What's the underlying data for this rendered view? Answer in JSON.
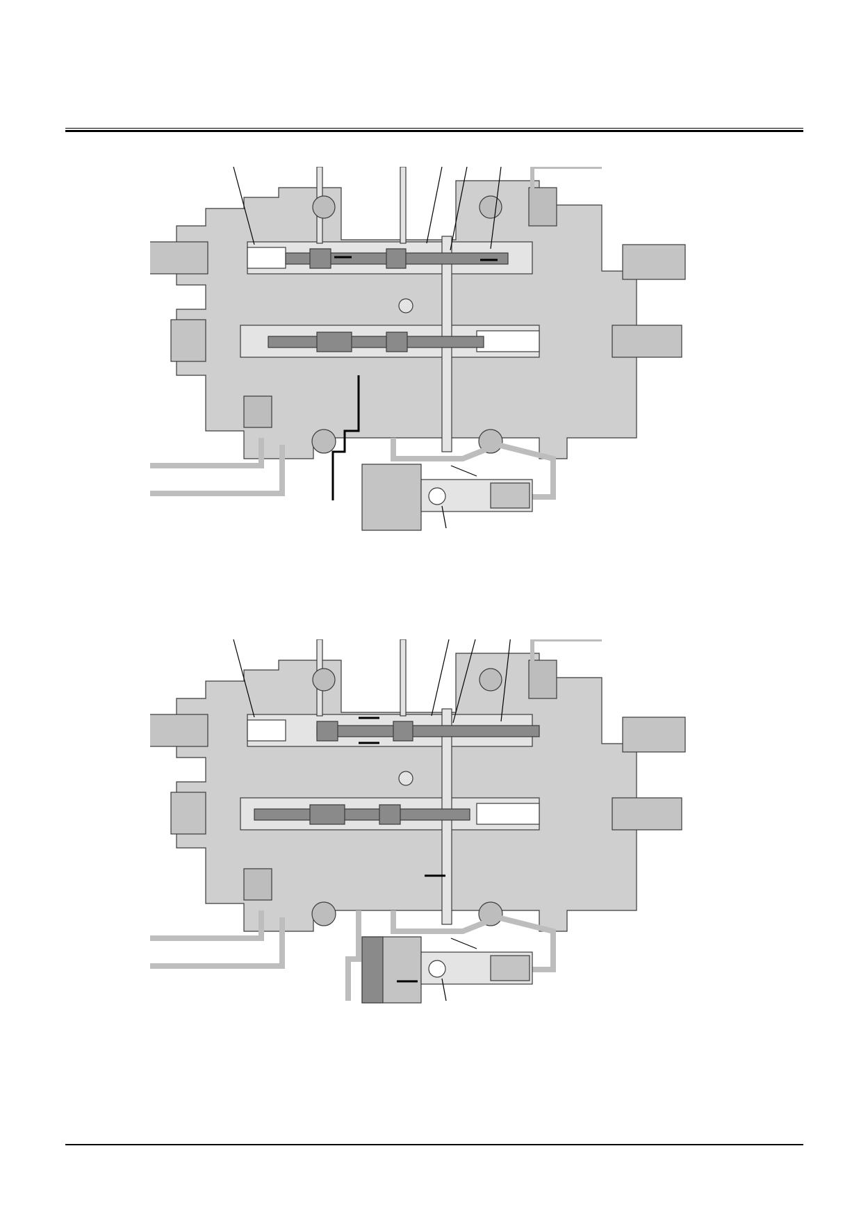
{
  "page": {
    "header_rule": true,
    "footer_rule": true
  },
  "figures": [
    {
      "id": "top",
      "state": "spool-shift-left-pilot-flow",
      "has_leader_lines": true
    },
    {
      "id": "bottom",
      "state": "spool-shift-left-main-flow",
      "has_leader_lines": true
    }
  ],
  "colors": {
    "body_fill": "#cfcfcf",
    "passage_fill": "#e4e4e4",
    "spool_fill": "#8a8a8a",
    "outline": "#3a3a3a",
    "arrow": "#000000"
  }
}
